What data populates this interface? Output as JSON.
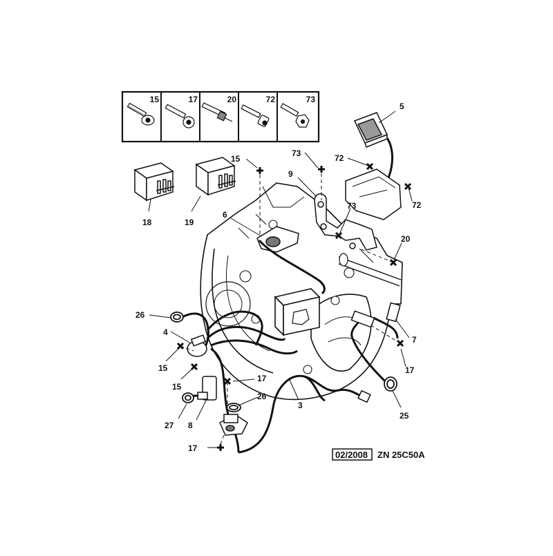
{
  "fastener_table": {
    "cells": [
      {
        "number": "15",
        "icon": "flanged-hex-bolt-icon"
      },
      {
        "number": "17",
        "icon": "socket-head-bolt-icon"
      },
      {
        "number": "20",
        "icon": "stud-bolt-icon"
      },
      {
        "number": "72",
        "icon": "allen-screw-icon"
      },
      {
        "number": "73",
        "icon": "hex-flange-bolt-icon"
      }
    ]
  },
  "callouts": {
    "c5": "5",
    "c72a": "72",
    "c72b": "72",
    "c73a": "73",
    "c73b": "73",
    "c9": "9",
    "c15top": "15",
    "c6": "6",
    "c20": "20",
    "c18": "18",
    "c19": "19",
    "c26a": "26",
    "c4": "4",
    "c15a": "15",
    "c15b": "15",
    "c7": "7",
    "c17a": "17",
    "c17b": "17",
    "c17c": "17",
    "c26b": "26",
    "c3": "3",
    "c27": "27",
    "c8": "8",
    "c25": "25"
  },
  "reference": {
    "date": "02/2008",
    "code": "ZN 25C50A"
  }
}
